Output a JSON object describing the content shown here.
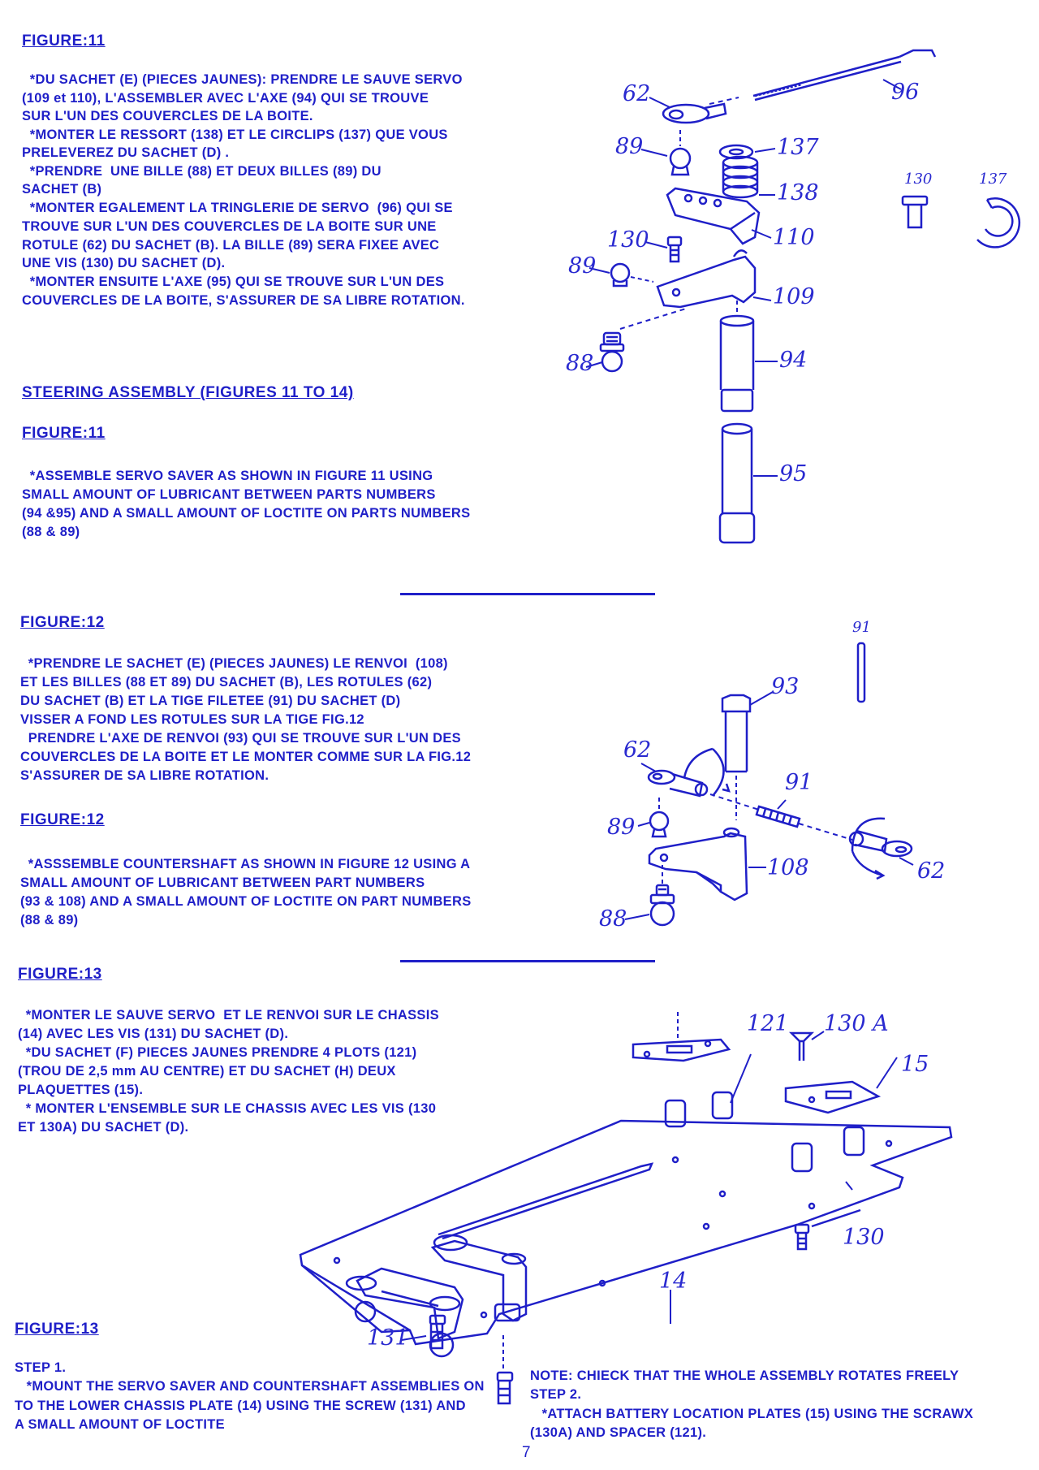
{
  "colors": {
    "ink": "#1f1fc8",
    "paper": "#ffffff"
  },
  "fig11_fr": {
    "heading": "FIGURE:11",
    "lines": [
      "  *DU SACHET (E) (PIECES JAUNES): PRENDRE LE SAUVE SERVO",
      "(109 et 110), L'ASSEMBLER AVEC L'AXE (94) QUI SE TROUVE",
      "SUR L'UN DES COUVERCLES DE LA BOITE.",
      "  *MONTER LE RESSORT (138) ET LE CIRCLIPS (137) QUE VOUS",
      "PRELEVEREZ DU SACHET (D) .",
      "  *PRENDRE  UNE BILLE (88) ET DEUX BILLES (89) DU",
      "SACHET (B)",
      "  *MONTER EGALEMENT LA TRINGLERIE DE SERVO  (96) QUI SE",
      "TROUVE SUR L'UN DES COUVERCLES DE LA BOITE SUR UNE",
      "ROTULE (62) DU SACHET (B). LA BILLE (89) SERA FIXEE AVEC",
      "UNE VIS (130) DU SACHET (D).",
      "  *MONTER ENSUITE L'AXE (95) QUI SE TROUVE SUR L'UN DES",
      "COUVERCLES DE LA BOITE, S'ASSURER DE SA LIBRE ROTATION."
    ]
  },
  "steering": {
    "heading": "STEERING ASSEMBLY (FIGURES 11 TO 14)"
  },
  "fig11_en": {
    "heading": "FIGURE:11",
    "lines": [
      "  *ASSEMBLE SERVO SAVER AS SHOWN IN FIGURE 11 USING",
      "SMALL AMOUNT OF LUBRICANT BETWEEN PARTS NUMBERS",
      "(94 &95) AND A SMALL AMOUNT OF LOCTITE ON PARTS NUMBERS",
      "(88 & 89)"
    ]
  },
  "fig12_fr": {
    "heading": "FIGURE:12",
    "lines": [
      "  *PRENDRE LE SACHET (E) (PIECES JAUNES) LE RENVOI  (108)",
      "ET LES BILLES (88 ET 89) DU SACHET (B), LES ROTULES (62)",
      "DU SACHET (B) ET LA TIGE FILETEE (91) DU SACHET (D)",
      "VISSER A FOND LES ROTULES SUR LA TIGE FIG.12",
      "  PRENDRE L'AXE DE RENVOI (93) QUI SE TROUVE SUR L'UN DES",
      "COUVERCLES DE LA BOITE ET LE MONTER COMME SUR LA FIG.12",
      "S'ASSURER DE SA LIBRE ROTATION."
    ]
  },
  "fig12_en": {
    "heading": "FIGURE:12",
    "lines": [
      "  *ASSSEMBLE COUNTERSHAFT AS SHOWN IN FIGURE 12 USING A",
      "SMALL AMOUNT OF LUBRICANT BETWEEN PART NUMBERS",
      "(93 & 108) AND A SMALL AMOUNT OF LOCTITE ON PART NUMBERS",
      "(88 & 89)"
    ]
  },
  "fig13_fr": {
    "heading": "FIGURE:13",
    "lines": [
      "  *MONTER LE SAUVE SERVO  ET LE RENVOI SUR LE CHASSIS",
      "(14) AVEC LES VIS (131) DU SACHET (D).",
      "  *DU SACHET (F) PIECES JAUNES PRENDRE 4 PLOTS (121)",
      "(TROU DE 2,5 mm AU CENTRE) ET DU SACHET (H) DEUX",
      "PLAQUETTES (15).",
      "  * MONTER L'ENSEMBLE SUR LE CHASSIS AVEC LES VIS (130",
      "ET 130A) DU SACHET (D)."
    ]
  },
  "fig13_en": {
    "heading": "FIGURE:13",
    "lines": [
      "STEP 1.",
      "   *MOUNT THE SERVO SAVER AND COUNTERSHAFT ASSEMBLIES ON",
      "TO THE LOWER CHASSIS PLATE (14) USING THE SCREW (131) AND",
      "A SMALL AMOUNT OF LOCTITE"
    ],
    "note_lines": [
      "NOTE: CHIECK THAT THE WHOLE ASSEMBLY ROTATES FREELY",
      "STEP 2.",
      "   *ATTACH BATTERY LOCATION PLATES (15) USING THE SCRAWX",
      "(130A) AND SPACER (121)."
    ]
  },
  "fig11_labels": {
    "l62": "62",
    "l96": "96",
    "l89a": "89",
    "l137": "137",
    "l138": "138",
    "l110": "110",
    "l130": "130",
    "l89b": "89",
    "l109": "109",
    "l88": "88",
    "l94": "94",
    "l95": "95",
    "s130": "130",
    "s137": "137"
  },
  "fig12_labels": {
    "l91s": "91",
    "l93": "93",
    "l62a": "62",
    "l91": "91",
    "l89": "89",
    "l108": "108",
    "l62b": "62",
    "l88": "88"
  },
  "fig13_labels": {
    "l121": "121",
    "l130A": "130 A",
    "l15": "15",
    "l130": "130",
    "l14": "14",
    "l131": "131"
  },
  "page_number": "7"
}
